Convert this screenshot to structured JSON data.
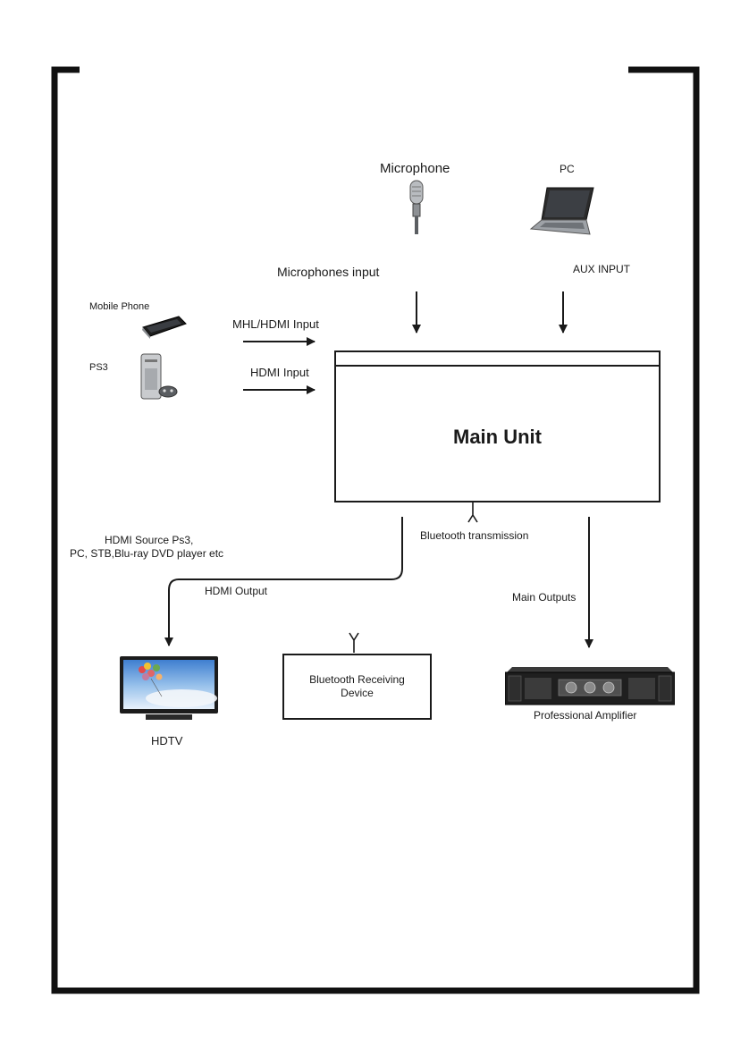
{
  "inputs": {
    "microphone": {
      "title": "Microphone",
      "arrow_label": "Microphones input"
    },
    "pc": {
      "title": "PC",
      "arrow_label": "AUX INPUT"
    },
    "mobile_phone": {
      "title": "Mobile Phone",
      "arrow_label": "MHL/HDMI Input"
    },
    "ps3": {
      "title": "PS3",
      "arrow_label": "HDMI Input"
    }
  },
  "main_unit": {
    "title": "Main Unit"
  },
  "outputs": {
    "hdmi": {
      "source_note_line1": "HDMI  Source Ps3,",
      "source_note_line2": "PC, STB,Blu-ray DVD player etc",
      "arrow_label": "HDMI Output",
      "device": "HDTV"
    },
    "bluetooth": {
      "transmission_label": "Bluetooth transmission",
      "device_line1": "Bluetooth Receiving",
      "device_line2": "Device"
    },
    "main": {
      "arrow_label": "Main Outputs",
      "device": "Professional Amplifier"
    }
  }
}
